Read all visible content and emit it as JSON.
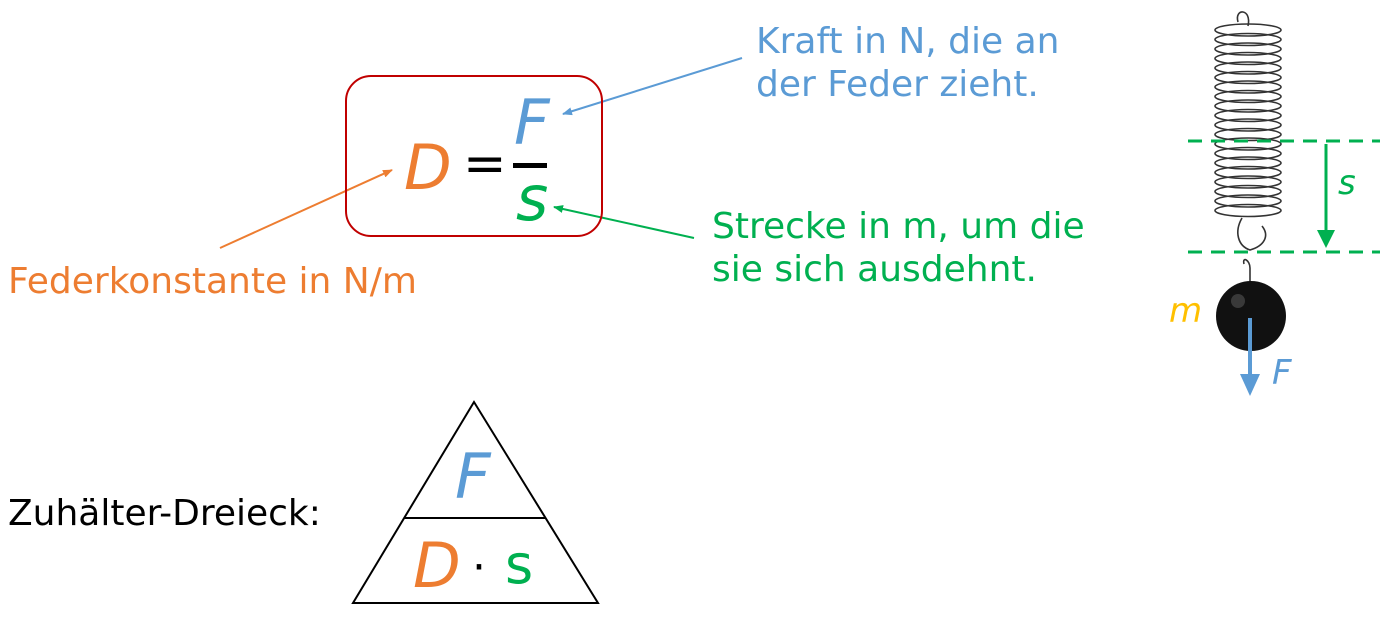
{
  "formula": {
    "lhs": "D",
    "equals": "=",
    "numerator": "F",
    "denominator": "s"
  },
  "annotations": {
    "force": [
      "Kraft in N, die an",
      "der Feder zieht."
    ],
    "distance": [
      "Strecke in m, um die",
      "sie sich ausdehnt."
    ],
    "constant": "Federkonstante in N/m"
  },
  "spring_figure": {
    "s_label": "s",
    "m_label": "m",
    "f_label": "F"
  },
  "triangle": {
    "caption": "Zuhälter-Dreieck:",
    "top": "F",
    "bottom_left": "D",
    "dot": "·",
    "bottom_right": "s"
  },
  "colors": {
    "force": "#5b9bd5",
    "constant": "#ed7d31",
    "distance": "#00b050",
    "mass": "#ffc000",
    "box": "#c00000"
  }
}
